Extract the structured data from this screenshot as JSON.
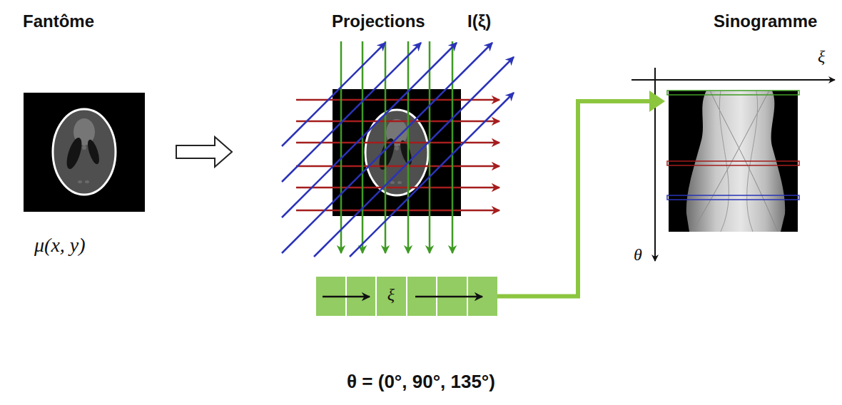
{
  "diagram": {
    "nodes": [
      {
        "text": [
          "Fantôme",
          "μ(x, y)"
        ]
      },
      {
        "text": [
          "Projections",
          "I(ξ)"
        ]
      },
      {
        "text": [
          "ξ"
        ]
      },
      {
        "text": [
          "Sinogramme"
        ]
      }
    ],
    "edges": [
      {
        "from": 0,
        "to": 1,
        "arrow": "to"
      },
      {
        "from": 2,
        "to": 3,
        "arrow": "to"
      }
    ],
    "labels": [
      "ξ",
      "θ",
      "θ = (0°, 90°, 135°)"
    ]
  }
}
